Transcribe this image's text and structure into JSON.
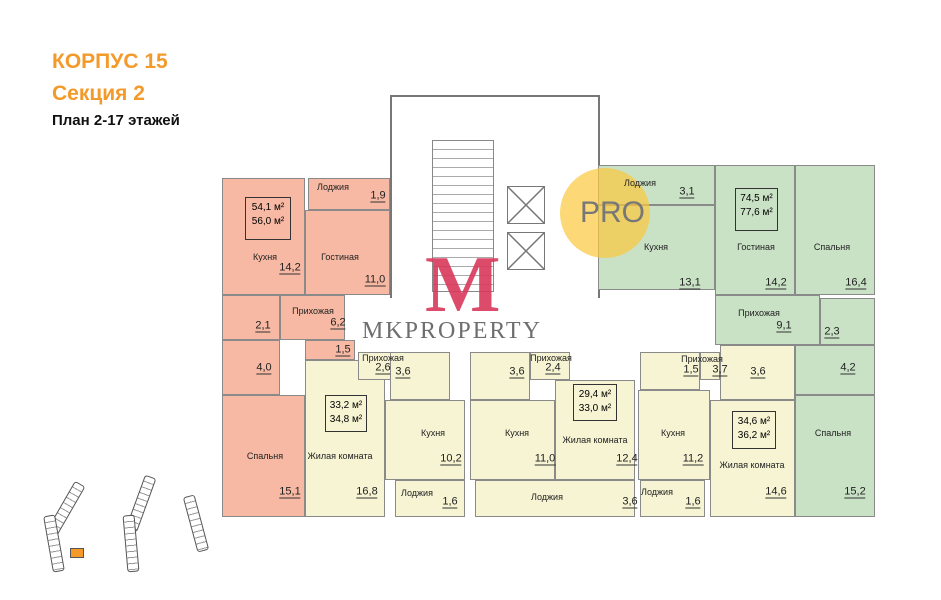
{
  "header": {
    "building": "КОРПУС 15",
    "section": "Секция 2",
    "plan": "План 2-17 этажей"
  },
  "colors": {
    "title": "#f39a2a",
    "pink": "#f7b9a3",
    "green": "#c9e2c5",
    "yellow": "#f6f4d3"
  },
  "watermark": {
    "logo_letter": "M",
    "brand": "MKPROPERTY",
    "badge": "PRO"
  },
  "apartments": [
    {
      "color": "pink",
      "area_total": "54,1 м²",
      "area_full": "56,0 м²",
      "rooms": [
        {
          "label": "Лоджия",
          "area": "1,9"
        },
        {
          "label": "Кухня",
          "area": "14,2"
        },
        {
          "label": "Гостиная",
          "area": "11,0"
        },
        {
          "label": "Прихожая",
          "area": "6,2"
        },
        {
          "label": "",
          "area": "2,1"
        },
        {
          "label": "",
          "area": "1,5"
        },
        {
          "label": "",
          "area": "4,0"
        },
        {
          "label": "Спальня",
          "area": "15,1"
        }
      ]
    },
    {
      "color": "yellow",
      "area_total": "33,2 м²",
      "area_full": "34,8 м²",
      "rooms": [
        {
          "label": "Жилая комната",
          "area": "16,8"
        },
        {
          "label": "Прихожая",
          "area": "2,6"
        },
        {
          "label": "",
          "area": "3,6"
        },
        {
          "label": "Кухня",
          "area": "10,2"
        },
        {
          "label": "Лоджия",
          "area": "1,6"
        }
      ]
    },
    {
      "color": "yellow",
      "area_total": "29,4 м²",
      "area_full": "33,0 м²",
      "rooms": [
        {
          "label": "",
          "area": "3,6"
        },
        {
          "label": "Прихожая",
          "area": "2,4"
        },
        {
          "label": "Кухня",
          "area": "11,0"
        },
        {
          "label": "Жилая комната",
          "area": "12,4"
        },
        {
          "label": "Лоджия",
          "area": "3,6"
        }
      ]
    },
    {
      "color": "yellow",
      "area_total": "34,6 м²",
      "area_full": "36,2 м²",
      "rooms": [
        {
          "label": "",
          "area": "1,5"
        },
        {
          "label": "Прихожая",
          "area": "3,7"
        },
        {
          "label": "",
          "area": "3,6"
        },
        {
          "label": "Кухня",
          "area": "11,2"
        },
        {
          "label": "Жилая комната",
          "area": "14,6"
        },
        {
          "label": "Лоджия",
          "area": "1,6"
        }
      ]
    },
    {
      "color": "green",
      "area_total": "74,5 м²",
      "area_full": "77,6 м²",
      "rooms": [
        {
          "label": "Лоджия",
          "area": "3,1"
        },
        {
          "label": "Кухня",
          "area": "13,1"
        },
        {
          "label": "Гостиная",
          "area": "14,2"
        },
        {
          "label": "Спальня",
          "area": "16,4"
        },
        {
          "label": "Прихожая",
          "area": "9,1"
        },
        {
          "label": "",
          "area": "2,3"
        },
        {
          "label": "",
          "area": "4,2"
        },
        {
          "label": "Спальня",
          "area": "15,2"
        }
      ]
    }
  ]
}
